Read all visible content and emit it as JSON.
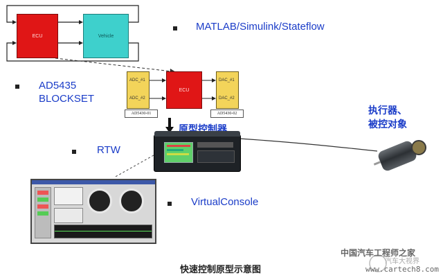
{
  "diagram": {
    "top_model": {
      "ecu_label": "ECU",
      "vehicle_label": "Vehicle"
    },
    "block_model": {
      "adc1": "ADC_#1",
      "adc2": "ADC_#2",
      "ecu_label": "ECU",
      "dac1": "DAC_#1",
      "dac2": "DAC_#2",
      "tag_left": "AD5430-01",
      "tag_right": "AD5430-02"
    },
    "labels": {
      "matlab": "MATLAB/Simulink/Stateflow",
      "ad5435_line1": "AD5435",
      "ad5435_line2": "BLOCKSET",
      "rtw": "RTW",
      "virtualconsole": "VirtualConsole",
      "prototype_controller": "原型控制器",
      "actuator_line1": "执行器、",
      "actuator_line2": "被控对象",
      "caption": "快速控制原型示意图"
    },
    "watermark": {
      "site_name": "中国汽车工程师之家",
      "url": "www.cartech8.com",
      "wechat": "汽车大视界"
    }
  },
  "colors": {
    "accent_blue": "#1a3cc8",
    "ecu_red": "#e01616",
    "vehicle_cyan": "#3ed0cc",
    "adc_yellow": "#f3d45a"
  }
}
